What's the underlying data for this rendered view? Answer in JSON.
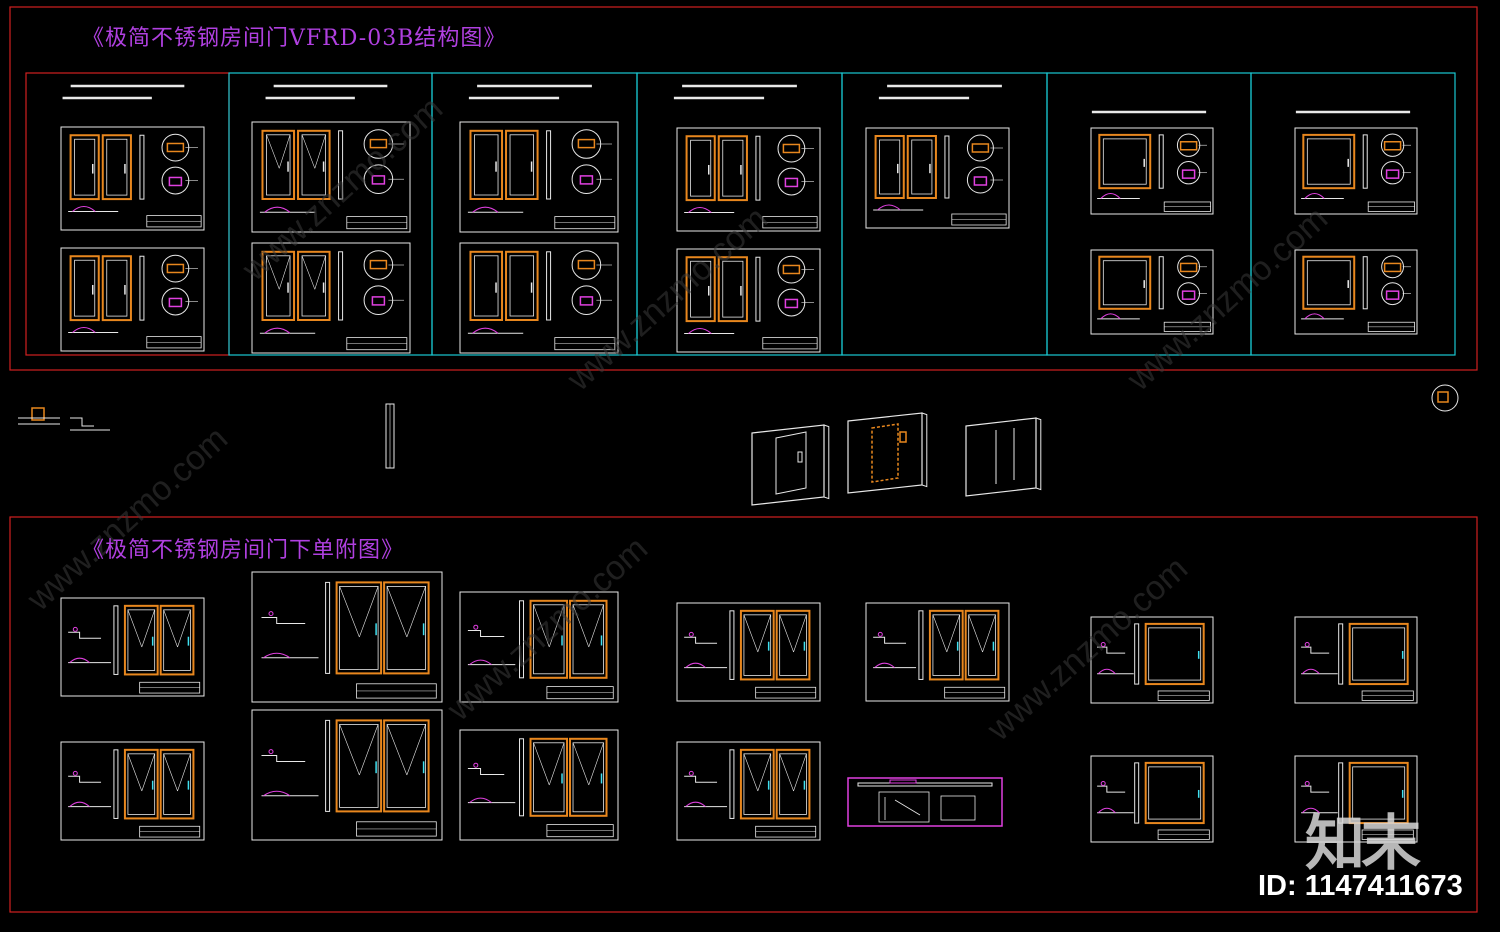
{
  "titles": {
    "structure": "《极简不锈钢房间门VFRD-03B结构图》",
    "order": "《极简不锈钢房间门下单附图》"
  },
  "watermark": {
    "logo": "知末",
    "site": "www.znzmo.com",
    "id_label": "ID: 1147411673"
  },
  "colors": {
    "background": "#000000",
    "frame_red": "#d02020",
    "frame_cyan": "#19c8d2",
    "door_orange": "#e8871e",
    "line_white": "#e8e8e8",
    "accent_magenta": "#e040e0",
    "title_purple": "#b040e0",
    "highlight_cyan": "#40e0f0"
  }
}
